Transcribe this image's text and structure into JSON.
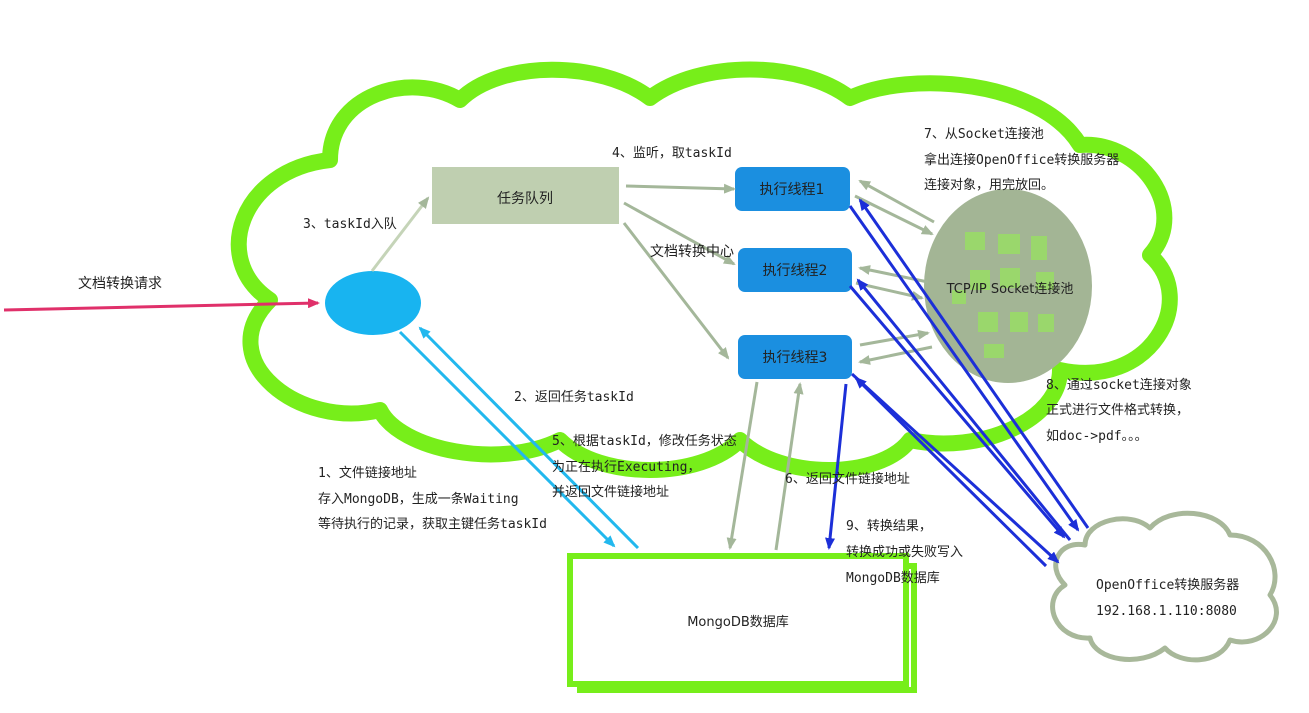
{
  "colors": {
    "cloud_green": "#77ee1a",
    "queue_fill": "#bfcfb0",
    "thread_fill": "#1b8fe0",
    "entry_fill": "#18b4f0",
    "pool_fill": "#a3b595",
    "pool_cell": "#99dd66",
    "db_border": "#77ee1a",
    "server_cloud": "#a8b89a",
    "arrow_red": "#e0306a",
    "arrow_light_blue": "#22b8ee",
    "arrow_dark_blue": "#1c2fd8",
    "arrow_gray_green": "#a4b79a"
  },
  "nodes": {
    "request_label": "文档转换请求",
    "queue": "任务队列",
    "center": "文档转换中心",
    "thread1": "执行线程1",
    "thread2": "执行线程2",
    "thread3": "执行线程3",
    "pool": "TCP/IP Socket连接池",
    "db": "MongoDB数据库",
    "server_line1": "OpenOffice转换服务器",
    "server_line2": "192.168.1.110:8080"
  },
  "steps": {
    "s1": [
      "1、文件链接地址",
      "存入MongoDB，生成一条Waiting",
      "等待执行的记录，获取主键任务taskId"
    ],
    "s2": "2、返回任务taskId",
    "s3": "3、taskId入队",
    "s4": "4、监听，取taskId",
    "s5": [
      "5、根据taskId，修改任务状态",
      "为正在执行Executing，",
      "并返回文件链接地址"
    ],
    "s6": "6、返回文件链接地址",
    "s7": [
      "7、从Socket连接池",
      "拿出连接OpenOffice转换服务器",
      "连接对象，用完放回。"
    ],
    "s8": [
      "8、通过socket连接对象",
      "正式进行文件格式转换，",
      "如doc->pdf。。。"
    ],
    "s9": [
      "9、转换结果，",
      "转换成功或失败写入",
      "MongoDB数据库"
    ]
  }
}
